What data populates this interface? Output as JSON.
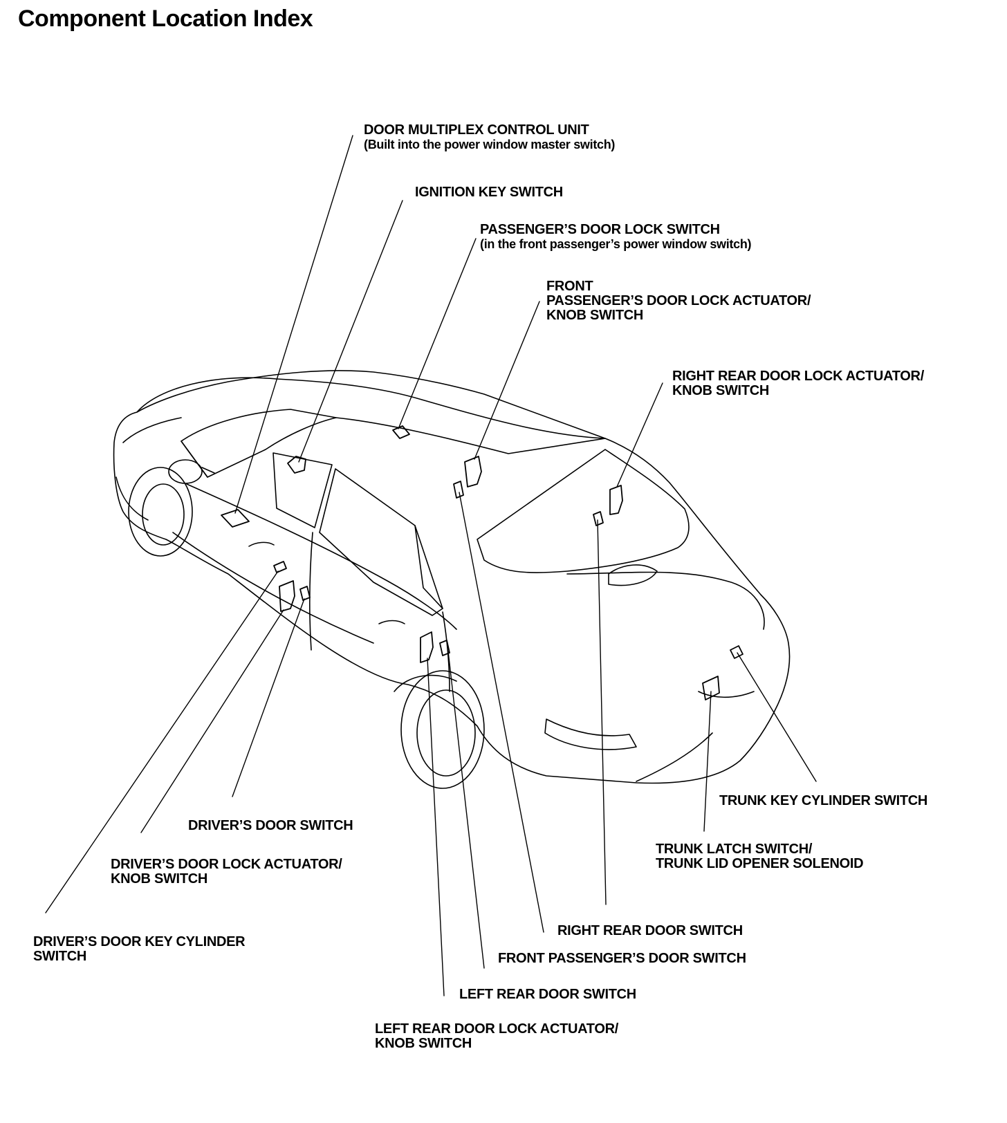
{
  "title": "Component Location Index",
  "labels": {
    "door_multiplex": {
      "line1": "DOOR MULTIPLEX CONTROL UNIT",
      "line2": "(Built into the power window master switch)"
    },
    "ignition_key_switch": {
      "line1": "IGNITION KEY SWITCH"
    },
    "passenger_door_lock_switch": {
      "line1": "PASSENGER’S DOOR LOCK SWITCH",
      "line2": "(in the front passenger’s power window switch)"
    },
    "front_passenger_actuator": {
      "line1": "FRONT",
      "line2": "PASSENGER’S DOOR LOCK ACTUATOR/",
      "line3": "KNOB SWITCH"
    },
    "right_rear_actuator": {
      "line1": "RIGHT REAR DOOR LOCK ACTUATOR/",
      "line2": "KNOB SWITCH"
    },
    "trunk_key_cylinder_switch": {
      "line1": "TRUNK KEY CYLINDER SWITCH"
    },
    "trunk_latch_switch": {
      "line1": "TRUNK LATCH SWITCH/",
      "line2": "TRUNK LID OPENER SOLENOID"
    },
    "drivers_door_switch": {
      "line1": "DRIVER’S DOOR SWITCH"
    },
    "drivers_door_lock_actuator": {
      "line1": "DRIVER’S DOOR LOCK ACTUATOR/",
      "line2": "KNOB SWITCH"
    },
    "drivers_key_cylinder_switch": {
      "line1": "DRIVER’S DOOR KEY CYLINDER",
      "line2": "SWITCH"
    },
    "right_rear_door_switch": {
      "line1": "RIGHT REAR DOOR SWITCH"
    },
    "front_passenger_door_switch": {
      "line1": "FRONT PASSENGER’S DOOR SWITCH"
    },
    "left_rear_door_switch": {
      "line1": "LEFT REAR DOOR SWITCH"
    },
    "left_rear_actuator": {
      "line1": "LEFT REAR DOOR LOCK ACTUATOR/",
      "line2": "KNOB SWITCH"
    }
  }
}
